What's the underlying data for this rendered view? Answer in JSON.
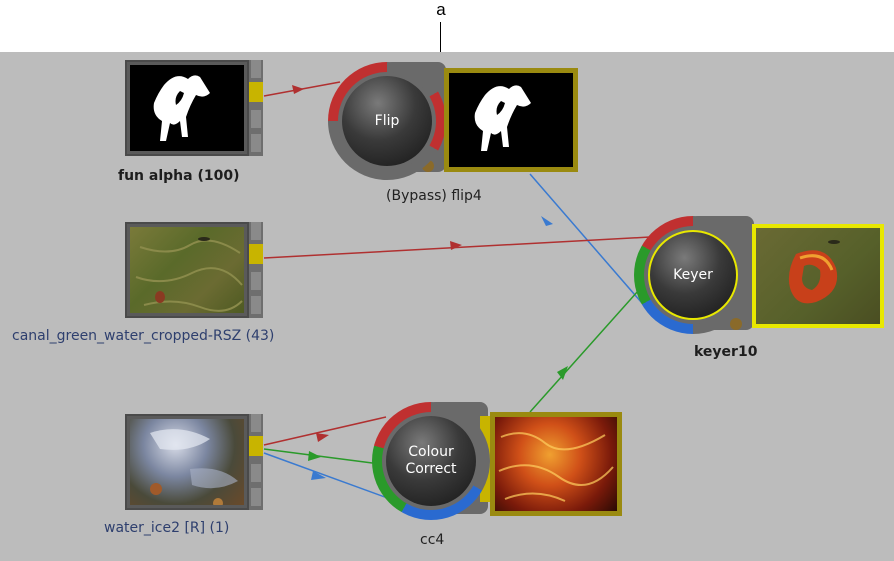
{
  "callout": {
    "letter": "a"
  },
  "clips": [
    {
      "name": "fun alpha (100)"
    },
    {
      "name": "canal_green_water_cropped-RSZ (43)"
    },
    {
      "name": "water_ice2 [R] (1)"
    }
  ],
  "nodes": {
    "flip": {
      "ball_label": "Flip",
      "name": "(Bypass) flip4"
    },
    "keyer": {
      "ball_label": "Keyer",
      "name": "keyer10"
    },
    "cc": {
      "ball_label_line1": "Colour",
      "ball_label_line2": "Correct",
      "name": "cc4"
    }
  },
  "colors": {
    "schematic_bg": "#bcbcbc",
    "port_yellow": "#c8b400",
    "wire_red": "#b03030",
    "wire_green": "#2a9a2a",
    "wire_blue": "#3a7ad0",
    "selected_outline": "#e8e800",
    "preview_outline": "#9a8a10"
  },
  "icons": [
    "alpha-matte-thumbnail",
    "bypass-node-ring",
    "schematic-wire-arrow"
  ]
}
